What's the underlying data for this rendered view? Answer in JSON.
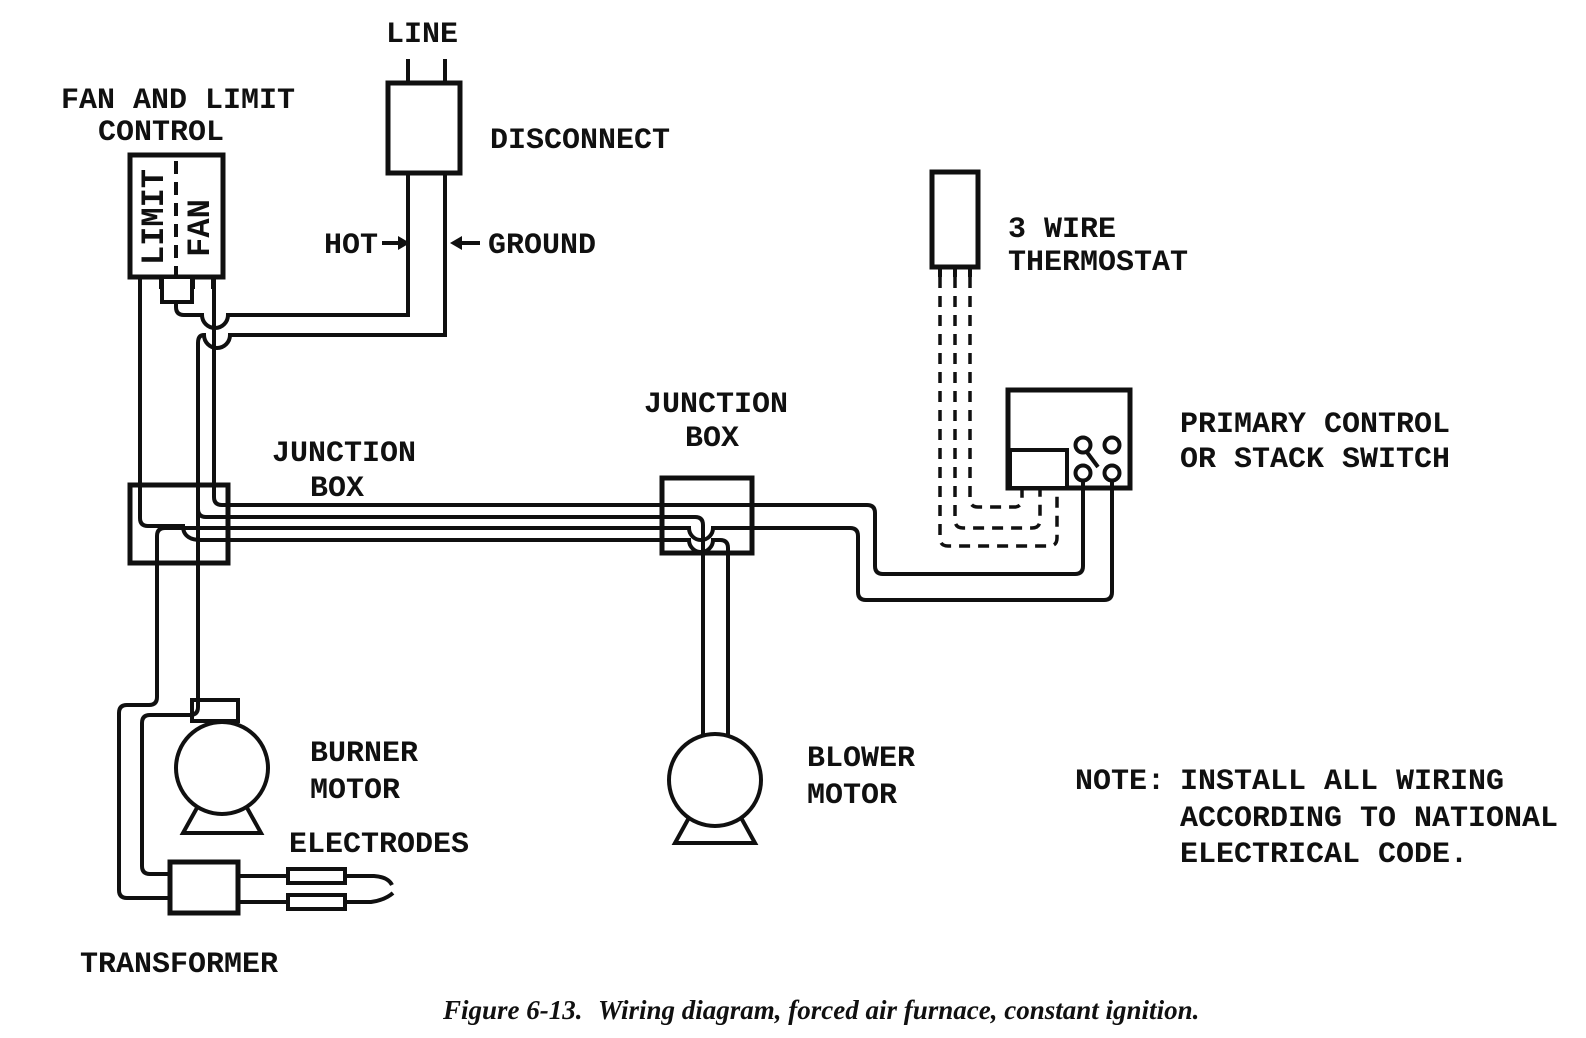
{
  "labels": {
    "line": "LINE",
    "disconnect": "DISCONNECT",
    "hot": "HOT",
    "ground": "GROUND",
    "fan_limit_title_1": "FAN AND LIMIT",
    "fan_limit_title_2": "CONTROL",
    "limit": "LIMIT",
    "fan": "FAN",
    "junction_left_1": "JUNCTION",
    "junction_left_2": "BOX",
    "junction_right_1": "JUNCTION",
    "junction_right_2": "BOX",
    "thermostat_1": "3 WIRE",
    "thermostat_2": "THERMOSTAT",
    "primary_1": "PRIMARY CONTROL",
    "primary_2": "OR STACK SWITCH",
    "burner_1": "BURNER",
    "burner_2": "MOTOR",
    "blower_1": "BLOWER",
    "blower_2": "MOTOR",
    "electrodes": "ELECTRODES",
    "transformer": "TRANSFORMER"
  },
  "note": {
    "prefix": "NOTE:",
    "line1": "INSTALL ALL WIRING",
    "line2": "ACCORDING TO NATIONAL",
    "line3": "ELECTRICAL CODE."
  },
  "caption": {
    "figure": "Figure 6-13.",
    "text": "Wiring diagram, forced air furnace, constant ignition."
  },
  "colors": {
    "ink": "#101010",
    "paper": "#ffffff"
  }
}
